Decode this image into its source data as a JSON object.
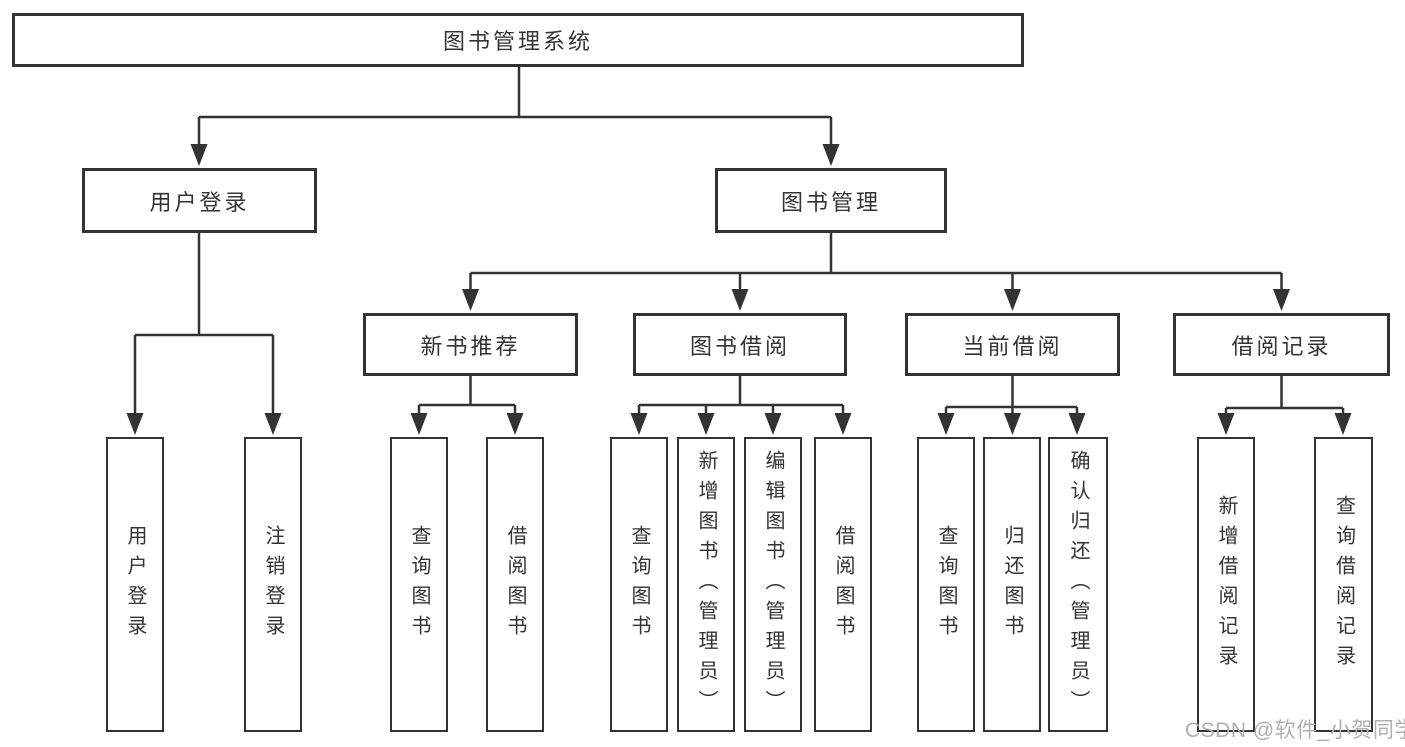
{
  "diagram_title": "图书管理系统",
  "colors": {
    "line": "#333333",
    "box_border": "#333333",
    "text": "#333333",
    "watermark": "#b0b0b0",
    "background": "#ffffff"
  },
  "tree": {
    "label": "图书管理系统",
    "children": [
      {
        "label": "用户登录",
        "children": [
          {
            "label": "用户登录"
          },
          {
            "label": "注销登录"
          }
        ]
      },
      {
        "label": "图书管理",
        "children": [
          {
            "label": "新书推荐",
            "children": [
              {
                "label": "查询图书"
              },
              {
                "label": "借阅图书"
              }
            ]
          },
          {
            "label": "图书借阅",
            "children": [
              {
                "label": "查询图书"
              },
              {
                "label": "新增图书（管理员）"
              },
              {
                "label": "编辑图书（管理员）"
              },
              {
                "label": "借阅图书"
              }
            ]
          },
          {
            "label": "当前借阅",
            "children": [
              {
                "label": "查询图书"
              },
              {
                "label": "归还图书"
              },
              {
                "label": "确认归还（管理员）"
              }
            ]
          },
          {
            "label": "借阅记录",
            "children": [
              {
                "label": "新增借阅记录"
              },
              {
                "label": "查询借阅记录"
              }
            ]
          }
        ]
      }
    ]
  },
  "watermark": {
    "text": "CSDN @软件_小贺同学"
  }
}
